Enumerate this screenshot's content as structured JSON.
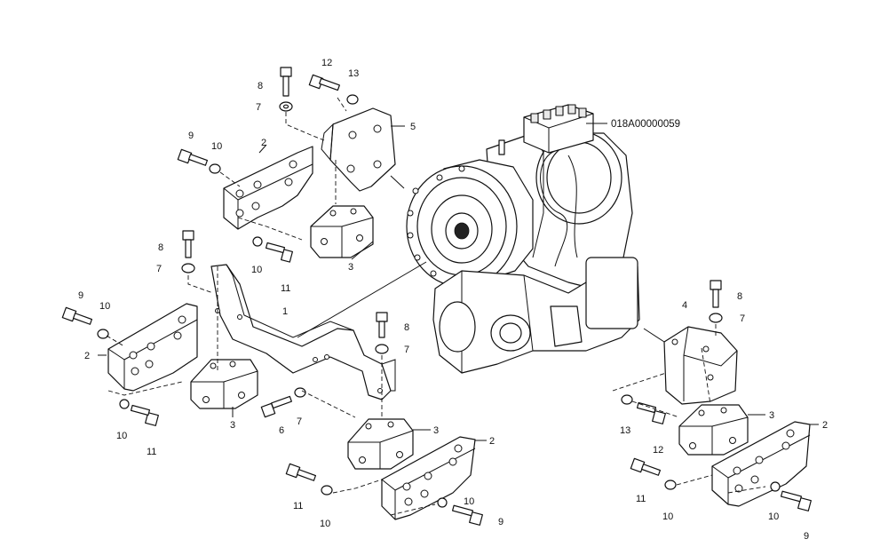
{
  "diagram": {
    "reference_code": "018A00000059",
    "callouts": {
      "c01": "8",
      "c02": "12",
      "c03": "13",
      "c04": "7",
      "c05": "5",
      "c06": "9",
      "c07": "10",
      "c08": "2",
      "c09": "8",
      "c10": "7",
      "c11": "10",
      "c12": "11",
      "c13": "3",
      "c14": "9",
      "c15": "10",
      "c16": "2",
      "c17": "1",
      "c18": "8",
      "c19": "7",
      "c20": "3",
      "c21": "10",
      "c22": "11",
      "c23": "6",
      "c24": "7",
      "c25": "3",
      "c26": "2",
      "c27": "11",
      "c28": "10",
      "c29": "10",
      "c30": "9",
      "c31": "4",
      "c32": "8",
      "c33": "7",
      "c34": "13",
      "c35": "12",
      "c36": "3",
      "c37": "2",
      "c38": "11",
      "c39": "10",
      "c40": "10",
      "c41": "9"
    }
  }
}
